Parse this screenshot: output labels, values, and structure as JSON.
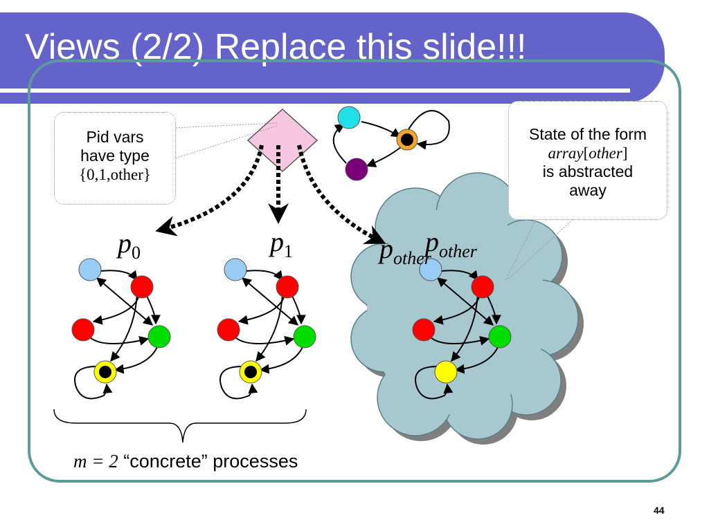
{
  "slide": {
    "title": "Views (2/2) Replace this slide!!!",
    "page_number": "44"
  },
  "callouts": {
    "pid_vars": {
      "line1": "Pid vars",
      "line2": "have type",
      "line3": "{0,1,other}"
    },
    "state_form": {
      "line1": "State of the form",
      "line2_italic": "array",
      "line2_open": "[",
      "line2_italic2": "other",
      "line2_close": "]",
      "line3": "is abstracted",
      "line4": "away"
    }
  },
  "process_labels": {
    "p0": {
      "base": "p",
      "sub": "0"
    },
    "p1": {
      "base": "p",
      "sub": "1"
    },
    "pother_a": {
      "base": "p",
      "sub": "other"
    },
    "pother_b": {
      "base": "p",
      "sub": "other"
    }
  },
  "caption": {
    "math": "m = 2",
    "text": "“concrete” processes"
  },
  "colors": {
    "title_bar": "#6363c9",
    "frame": "#5d9a9a",
    "cloud_fill": "#a7c8cf",
    "diamond": "#f7c6e0",
    "node_blue": "#99ccf5",
    "node_red": "#ff0000",
    "node_green": "#00dd00",
    "node_yellow": "#ffff00",
    "node_cyan": "#22e0e8",
    "node_purple": "#7a007a",
    "node_orange": "#f5a623"
  }
}
